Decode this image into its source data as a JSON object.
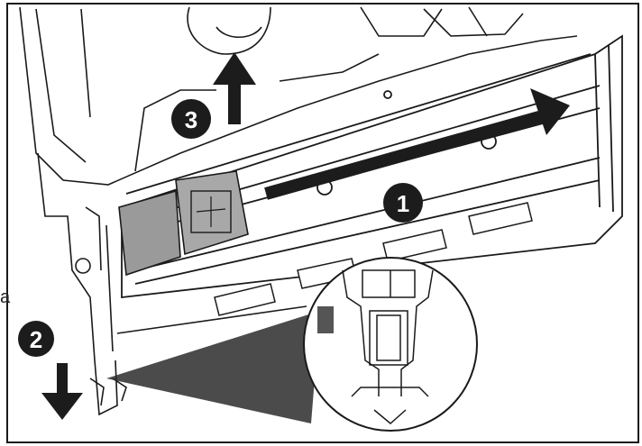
{
  "figure": {
    "steps": [
      {
        "label": "1",
        "action": "slide-right",
        "icon": "arrow-right-icon"
      },
      {
        "label": "2",
        "action": "push-down",
        "icon": "arrow-down-icon"
      },
      {
        "label": "3",
        "action": "lift-up",
        "icon": "arrow-up-icon"
      }
    ],
    "side_letter": "a",
    "colors": {
      "line": "#1a1a1a",
      "shade": "#9a9a9a",
      "callout": "#2b2b2b",
      "marker": "#1c1c1c",
      "background": "#ffffff"
    }
  }
}
